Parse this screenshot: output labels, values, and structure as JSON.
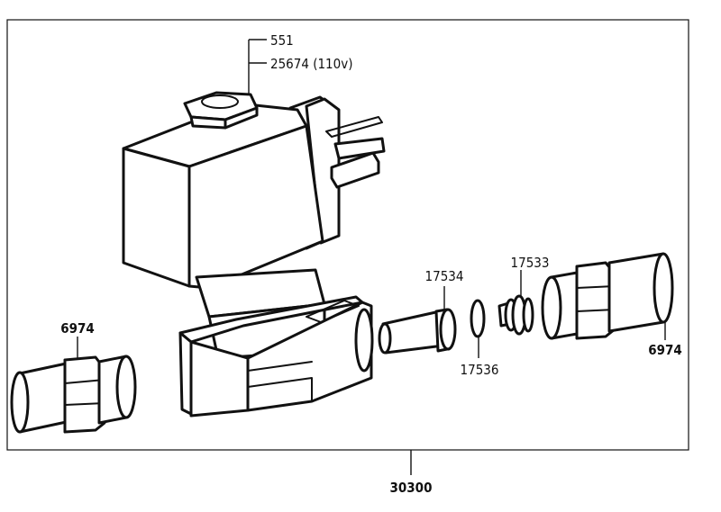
{
  "callouts": {
    "coil_part": "551",
    "coil_110v": "25674 (110v)",
    "left_fitting": "6974",
    "nozzle": "17534",
    "plunger": "17533",
    "o_ring": "17536",
    "right_fitting": "6974",
    "assembly": "30300"
  }
}
